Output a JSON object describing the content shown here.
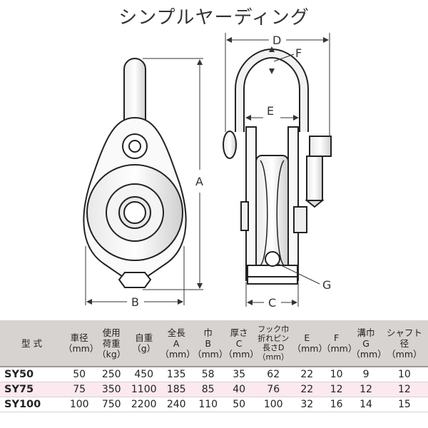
{
  "title": "シンプルヤーディング",
  "diagram_labels": {
    "A": "A",
    "B": "B",
    "C": "C",
    "D": "D",
    "E": "E",
    "F": "F",
    "G": "G"
  },
  "table": {
    "headers": [
      {
        "lines": [
          "型 式"
        ]
      },
      {
        "lines": [
          "車径",
          "（mm）"
        ]
      },
      {
        "lines": [
          "使用",
          "荷重",
          "（kg）"
        ]
      },
      {
        "lines": [
          "自重",
          "（g）"
        ]
      },
      {
        "lines": [
          "全長",
          "A",
          "（mm）"
        ]
      },
      {
        "lines": [
          "巾",
          "B",
          "（mm）"
        ]
      },
      {
        "lines": [
          "厚さ",
          "C",
          "（mm）"
        ]
      },
      {
        "lines": [
          "フック巾",
          "折れピン",
          "長さD",
          "（mm）"
        ]
      },
      {
        "lines": [
          "E",
          "（mm）"
        ]
      },
      {
        "lines": [
          "F",
          "（mm）"
        ]
      },
      {
        "lines": [
          "溝巾",
          "G",
          "（mm）"
        ]
      },
      {
        "lines": [
          "シャフト",
          "径",
          "（mm）"
        ]
      }
    ],
    "rows": [
      {
        "model": "SY50",
        "values": [
          "50",
          "250",
          "450",
          "135",
          "58",
          "35",
          "62",
          "22",
          "10",
          "9",
          "10"
        ]
      },
      {
        "model": "SY75",
        "values": [
          "75",
          "350",
          "1100",
          "185",
          "85",
          "40",
          "76",
          "22",
          "12",
          "12",
          "12"
        ]
      },
      {
        "model": "SY100",
        "values": [
          "100",
          "750",
          "2200",
          "240",
          "110",
          "50",
          "100",
          "32",
          "16",
          "14",
          "15"
        ]
      }
    ]
  }
}
